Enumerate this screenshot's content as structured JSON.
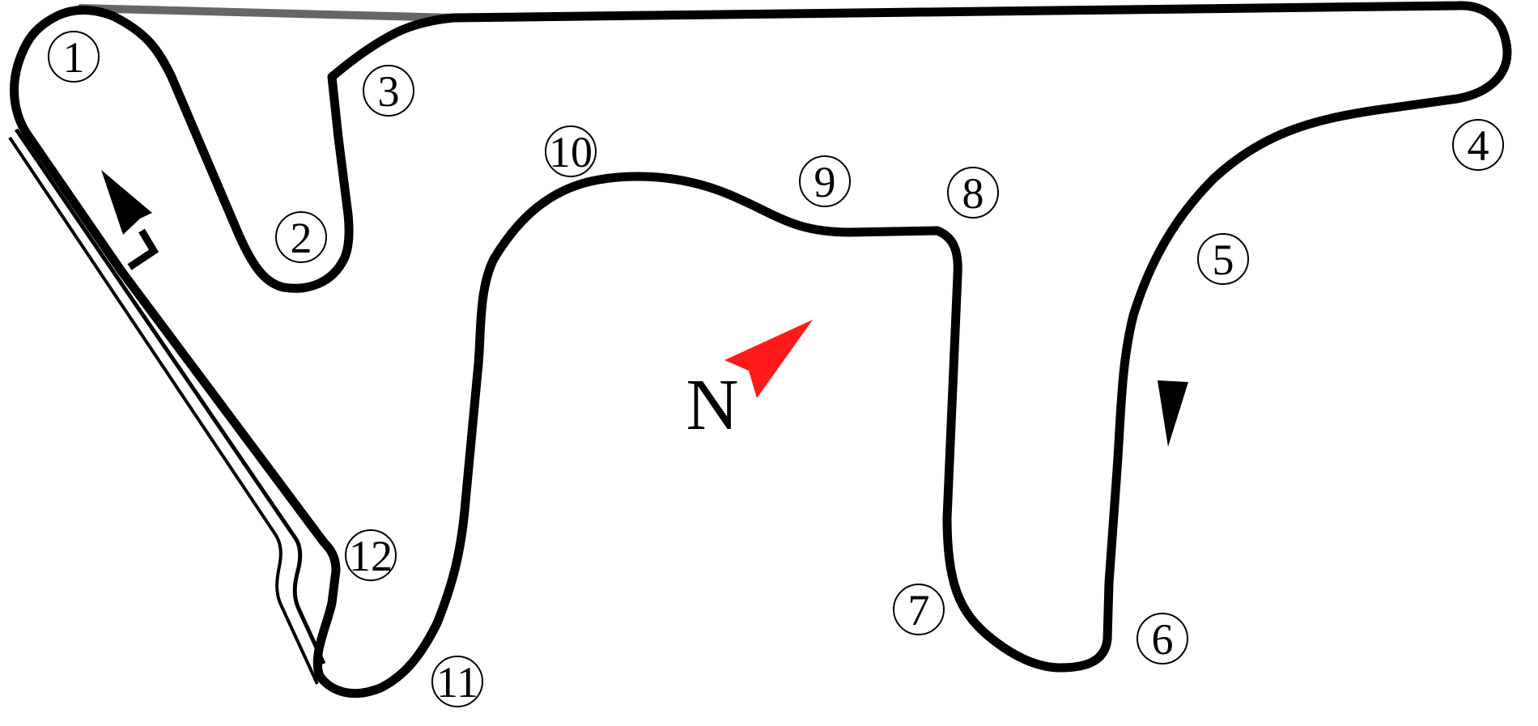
{
  "diagram": {
    "compass": {
      "letter": "N",
      "arrow_color": "#ff1a1a"
    },
    "track": {
      "color": "#000000",
      "start_line_color": "#666666"
    },
    "turns": [
      {
        "number": "1"
      },
      {
        "number": "2"
      },
      {
        "number": "3"
      },
      {
        "number": "4"
      },
      {
        "number": "5"
      },
      {
        "number": "6"
      },
      {
        "number": "7"
      },
      {
        "number": "8"
      },
      {
        "number": "9"
      },
      {
        "number": "10"
      },
      {
        "number": "11"
      },
      {
        "number": "12"
      }
    ],
    "direction_arrows": [
      {
        "icon": "direction-arrow-icon",
        "meaning": ""
      },
      {
        "icon": "direction-arrow-icon",
        "meaning": ""
      }
    ]
  }
}
